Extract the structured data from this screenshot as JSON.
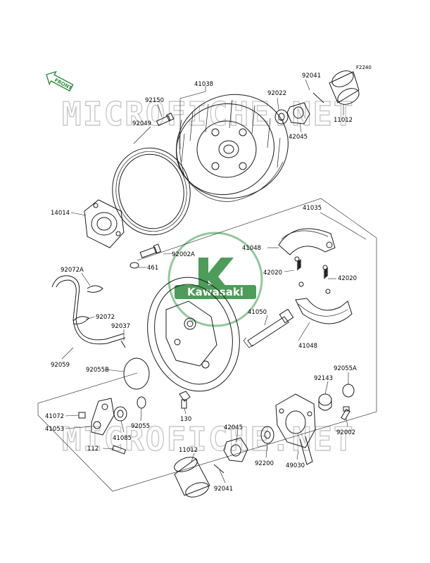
{
  "figure_code": "F2240",
  "front_arrow": "FRONT",
  "watermark": "MICROFICHE.NET",
  "brand": "Kawasaki",
  "parts": {
    "p41038": "41038",
    "p92150": "92150",
    "p92049": "92049",
    "p92022": "92022",
    "p92041a": "92041",
    "p42045a": "42045",
    "p11012a": "11012",
    "p14014": "14014",
    "p92002A": "92002A",
    "p461": "461",
    "p41035": "41035",
    "p41048a": "41048",
    "p42020a": "42020",
    "p42020b": "42020",
    "p92072A": "92072A",
    "p92072": "92072",
    "p92037": "92037",
    "p41050": "41050",
    "p41048b": "41048",
    "p92059": "92059",
    "p92055B": "92055B",
    "p92055A": "92055A",
    "p92143": "92143",
    "p41072": "41072",
    "p41053": "41053",
    "p41085": "41085",
    "p112": "112",
    "p92055": "92055",
    "p130": "130",
    "p42045b": "42045",
    "p92002": "92002",
    "p92200": "92200",
    "p49030": "49030",
    "p11012b": "11012",
    "p92041b": "92041"
  }
}
